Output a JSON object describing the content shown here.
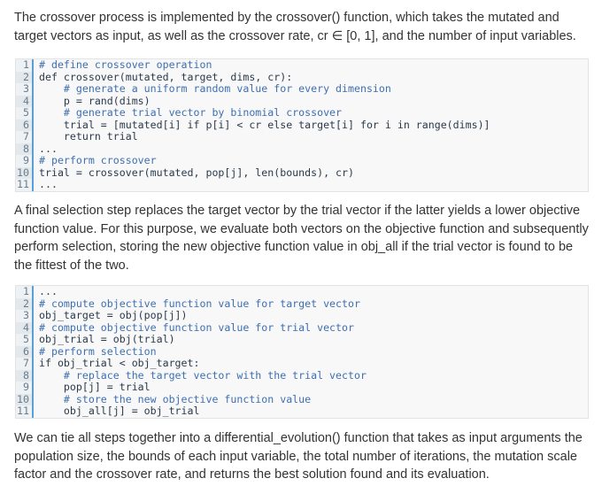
{
  "paragraphs": {
    "p1": "The crossover process is implemented by the crossover() function, which takes the mutated and target vectors as input, as well as the crossover rate, cr ∈ [0, 1], and the number of input variables.",
    "p2": "A final selection step replaces the target vector by the trial vector if the latter yields a lower objective function value. For this purpose, we evaluate both vectors on the objective function and subsequently perform selection, storing the new objective function value in obj_all if the trial vector is found to be the fittest of the two.",
    "p3": "We can tie all steps together into a differential_evolution() function that takes as input arguments the population size, the bounds of each input variable, the total number of iterations, the mutation scale factor and the crossover rate, and returns the best solution found and its evaluation."
  },
  "code_block_1": {
    "lines": [
      {
        "num": "1",
        "text": "# define crossover operation",
        "kind": "comment"
      },
      {
        "num": "2",
        "text": "def crossover(mutated, target, dims, cr):",
        "kind": "plain"
      },
      {
        "num": "3",
        "text": "    # generate a uniform random value for every dimension",
        "kind": "comment"
      },
      {
        "num": "4",
        "text": "    p = rand(dims)",
        "kind": "plain"
      },
      {
        "num": "5",
        "text": "    # generate trial vector by binomial crossover",
        "kind": "comment"
      },
      {
        "num": "6",
        "text": "    trial = [mutated[i] if p[i] < cr else target[i] for i in range(dims)]",
        "kind": "plain"
      },
      {
        "num": "7",
        "text": "    return trial",
        "kind": "plain"
      },
      {
        "num": "8",
        "text": "...",
        "kind": "plain"
      },
      {
        "num": "9",
        "text": "# perform crossover",
        "kind": "comment"
      },
      {
        "num": "10",
        "text": "trial = crossover(mutated, pop[j], len(bounds), cr)",
        "kind": "plain"
      },
      {
        "num": "11",
        "text": "...",
        "kind": "plain"
      }
    ]
  },
  "code_block_2": {
    "lines": [
      {
        "num": "1",
        "text": "...",
        "kind": "plain"
      },
      {
        "num": "2",
        "text": "# compute objective function value for target vector",
        "kind": "comment"
      },
      {
        "num": "3",
        "text": "obj_target = obj(pop[j])",
        "kind": "plain"
      },
      {
        "num": "4",
        "text": "# compute objective function value for trial vector",
        "kind": "comment"
      },
      {
        "num": "5",
        "text": "obj_trial = obj(trial)",
        "kind": "plain"
      },
      {
        "num": "6",
        "text": "# perform selection",
        "kind": "comment"
      },
      {
        "num": "7",
        "text": "if obj_trial < obj_target:",
        "kind": "plain"
      },
      {
        "num": "8",
        "text": "    # replace the target vector with the trial vector",
        "kind": "comment"
      },
      {
        "num": "9",
        "text": "    pop[j] = trial",
        "kind": "plain"
      },
      {
        "num": "10",
        "text": "    # store the new objective function value",
        "kind": "comment"
      },
      {
        "num": "11",
        "text": "    obj_all[j] = obj_trial",
        "kind": "plain"
      }
    ]
  }
}
